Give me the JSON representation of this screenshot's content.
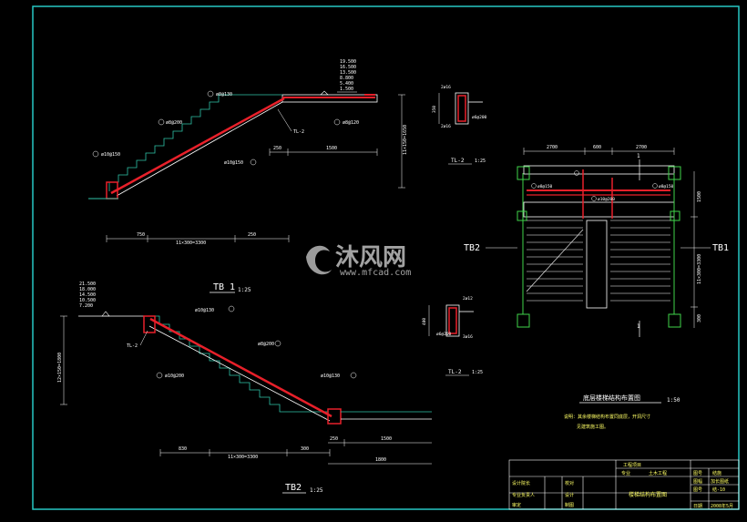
{
  "colors": {
    "frame": "#27c7c4",
    "line": "#ffffff",
    "stair": "#2fc4a8",
    "rebar": "#e8202a",
    "dim": "#ffffff",
    "title_yellow": "#ffff66",
    "green": "#3fd34a"
  },
  "tb1": {
    "levels": [
      "19.500",
      "16.500",
      "13.500",
      "8.800",
      "5.400",
      "1.500"
    ],
    "bars": [
      "ø8@130",
      "ø8@200",
      "ø10@150",
      "ø10@150",
      "ø8@120"
    ],
    "tl": "TL-2",
    "dims_top": [
      "250",
      "1500"
    ],
    "dims_bottom": [
      "750",
      "11×300=3300",
      "250"
    ],
    "height_dim": "11×150=1650",
    "label": "TB 1",
    "scale": "1:25"
  },
  "tb2": {
    "levels": [
      "21.500",
      "18.000",
      "14.500",
      "10.500",
      "7.200"
    ],
    "bars": [
      "ø10@130",
      "ø8@200",
      "ø10@200",
      "ø10@130"
    ],
    "tl": "TL-2",
    "dims_bottom": [
      "830",
      "11×300=3300",
      "300"
    ],
    "dims_right": [
      "250",
      "1500",
      "1800"
    ],
    "height_dim": "12×150=1800",
    "label": "TB2",
    "scale": "1:25"
  },
  "tl2_top": {
    "dims": [
      "2ø16",
      "2ø16",
      "ø6@200"
    ],
    "label": "TL-2",
    "scale": "1:25",
    "height": "350"
  },
  "tl2_bottom": {
    "dims": [
      "2ø12",
      "3ø16",
      "ø6@200"
    ],
    "label": "TL-2",
    "scale": "1:25",
    "height": "400"
  },
  "plan": {
    "dims_top": [
      "2700",
      "600",
      "2700"
    ],
    "left_label": "TB2",
    "right_label": "TB1",
    "section_mark": "1",
    "tags": [
      "ø8@150",
      "ø10@200",
      "ø8@150"
    ],
    "right_dims": [
      "1500",
      "11×300=3300",
      "300"
    ],
    "title": "底层楼梯结构布置图",
    "scale": "1:50",
    "note1": "说明：其余楼梯结构布置同底层，开洞尺寸",
    "note2": "见建筑施工图。"
  },
  "watermark": {
    "brand": "沐风网",
    "url": "www.mfcad.com"
  },
  "title_block": {
    "project_label": "工程项目",
    "major_label": "专业",
    "major_value": "土木工程",
    "drawing_no_label": "图号",
    "drawing_no_value": "结施",
    "sheet_label": "图幅",
    "sheet_value": "加长图纸",
    "sheet_no_label": "图号",
    "sheet_no_value": "结-10",
    "date_label": "日期",
    "date_value": "2008年5月",
    "rows": [
      [
        "设计院长",
        "校对"
      ],
      [
        "专业负责人",
        "设计"
      ],
      [
        "审定",
        "制图"
      ]
    ],
    "drawing_title": "楼梯结构布置图"
  }
}
